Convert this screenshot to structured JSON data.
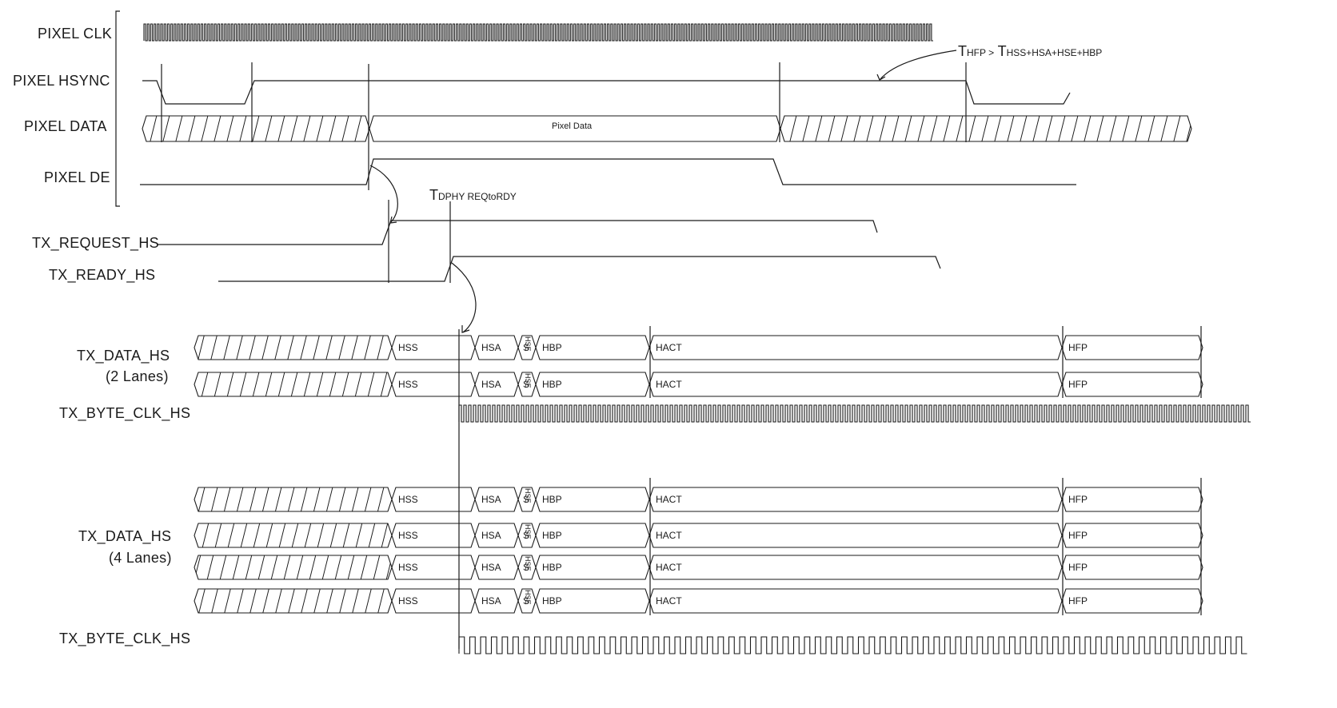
{
  "signals": {
    "pixel_clk": "PIXEL CLK",
    "pixel_hsync": "PIXEL HSYNC",
    "pixel_data": "PIXEL DATA",
    "pixel_de": "PIXEL DE",
    "tx_request_hs": "TX_REQUEST_HS",
    "tx_ready_hs": "TX_READY_HS",
    "tx_data_hs_a": "TX_DATA_HS",
    "lanes_2": "(2 Lanes)",
    "tx_byte_clk_hs_a": "TX_BYTE_CLK_HS",
    "tx_data_hs_b": "TX_DATA_HS",
    "lanes_4": "(4 Lanes)",
    "tx_byte_clk_hs_b": "TX_BYTE_CLK_HS"
  },
  "annotations": {
    "hfp_T": "T",
    "hfp_sub": "HFP >",
    "hfp_T2": "T",
    "hfp_sub2": "HSS+HSA+HSE+HBP",
    "dphy_T": "T",
    "dphy_sub": "DPHY REQtoRDY",
    "pixel_data_label": "Pixel Data"
  },
  "segments": {
    "hss": "HSS",
    "hsa": "HSA",
    "hse_top": "HSE",
    "hse_letter": "S",
    "hbp": "HBP",
    "hact": "HACT",
    "hfp": "HFP"
  },
  "colors": {
    "line": "#1a1a1a"
  }
}
